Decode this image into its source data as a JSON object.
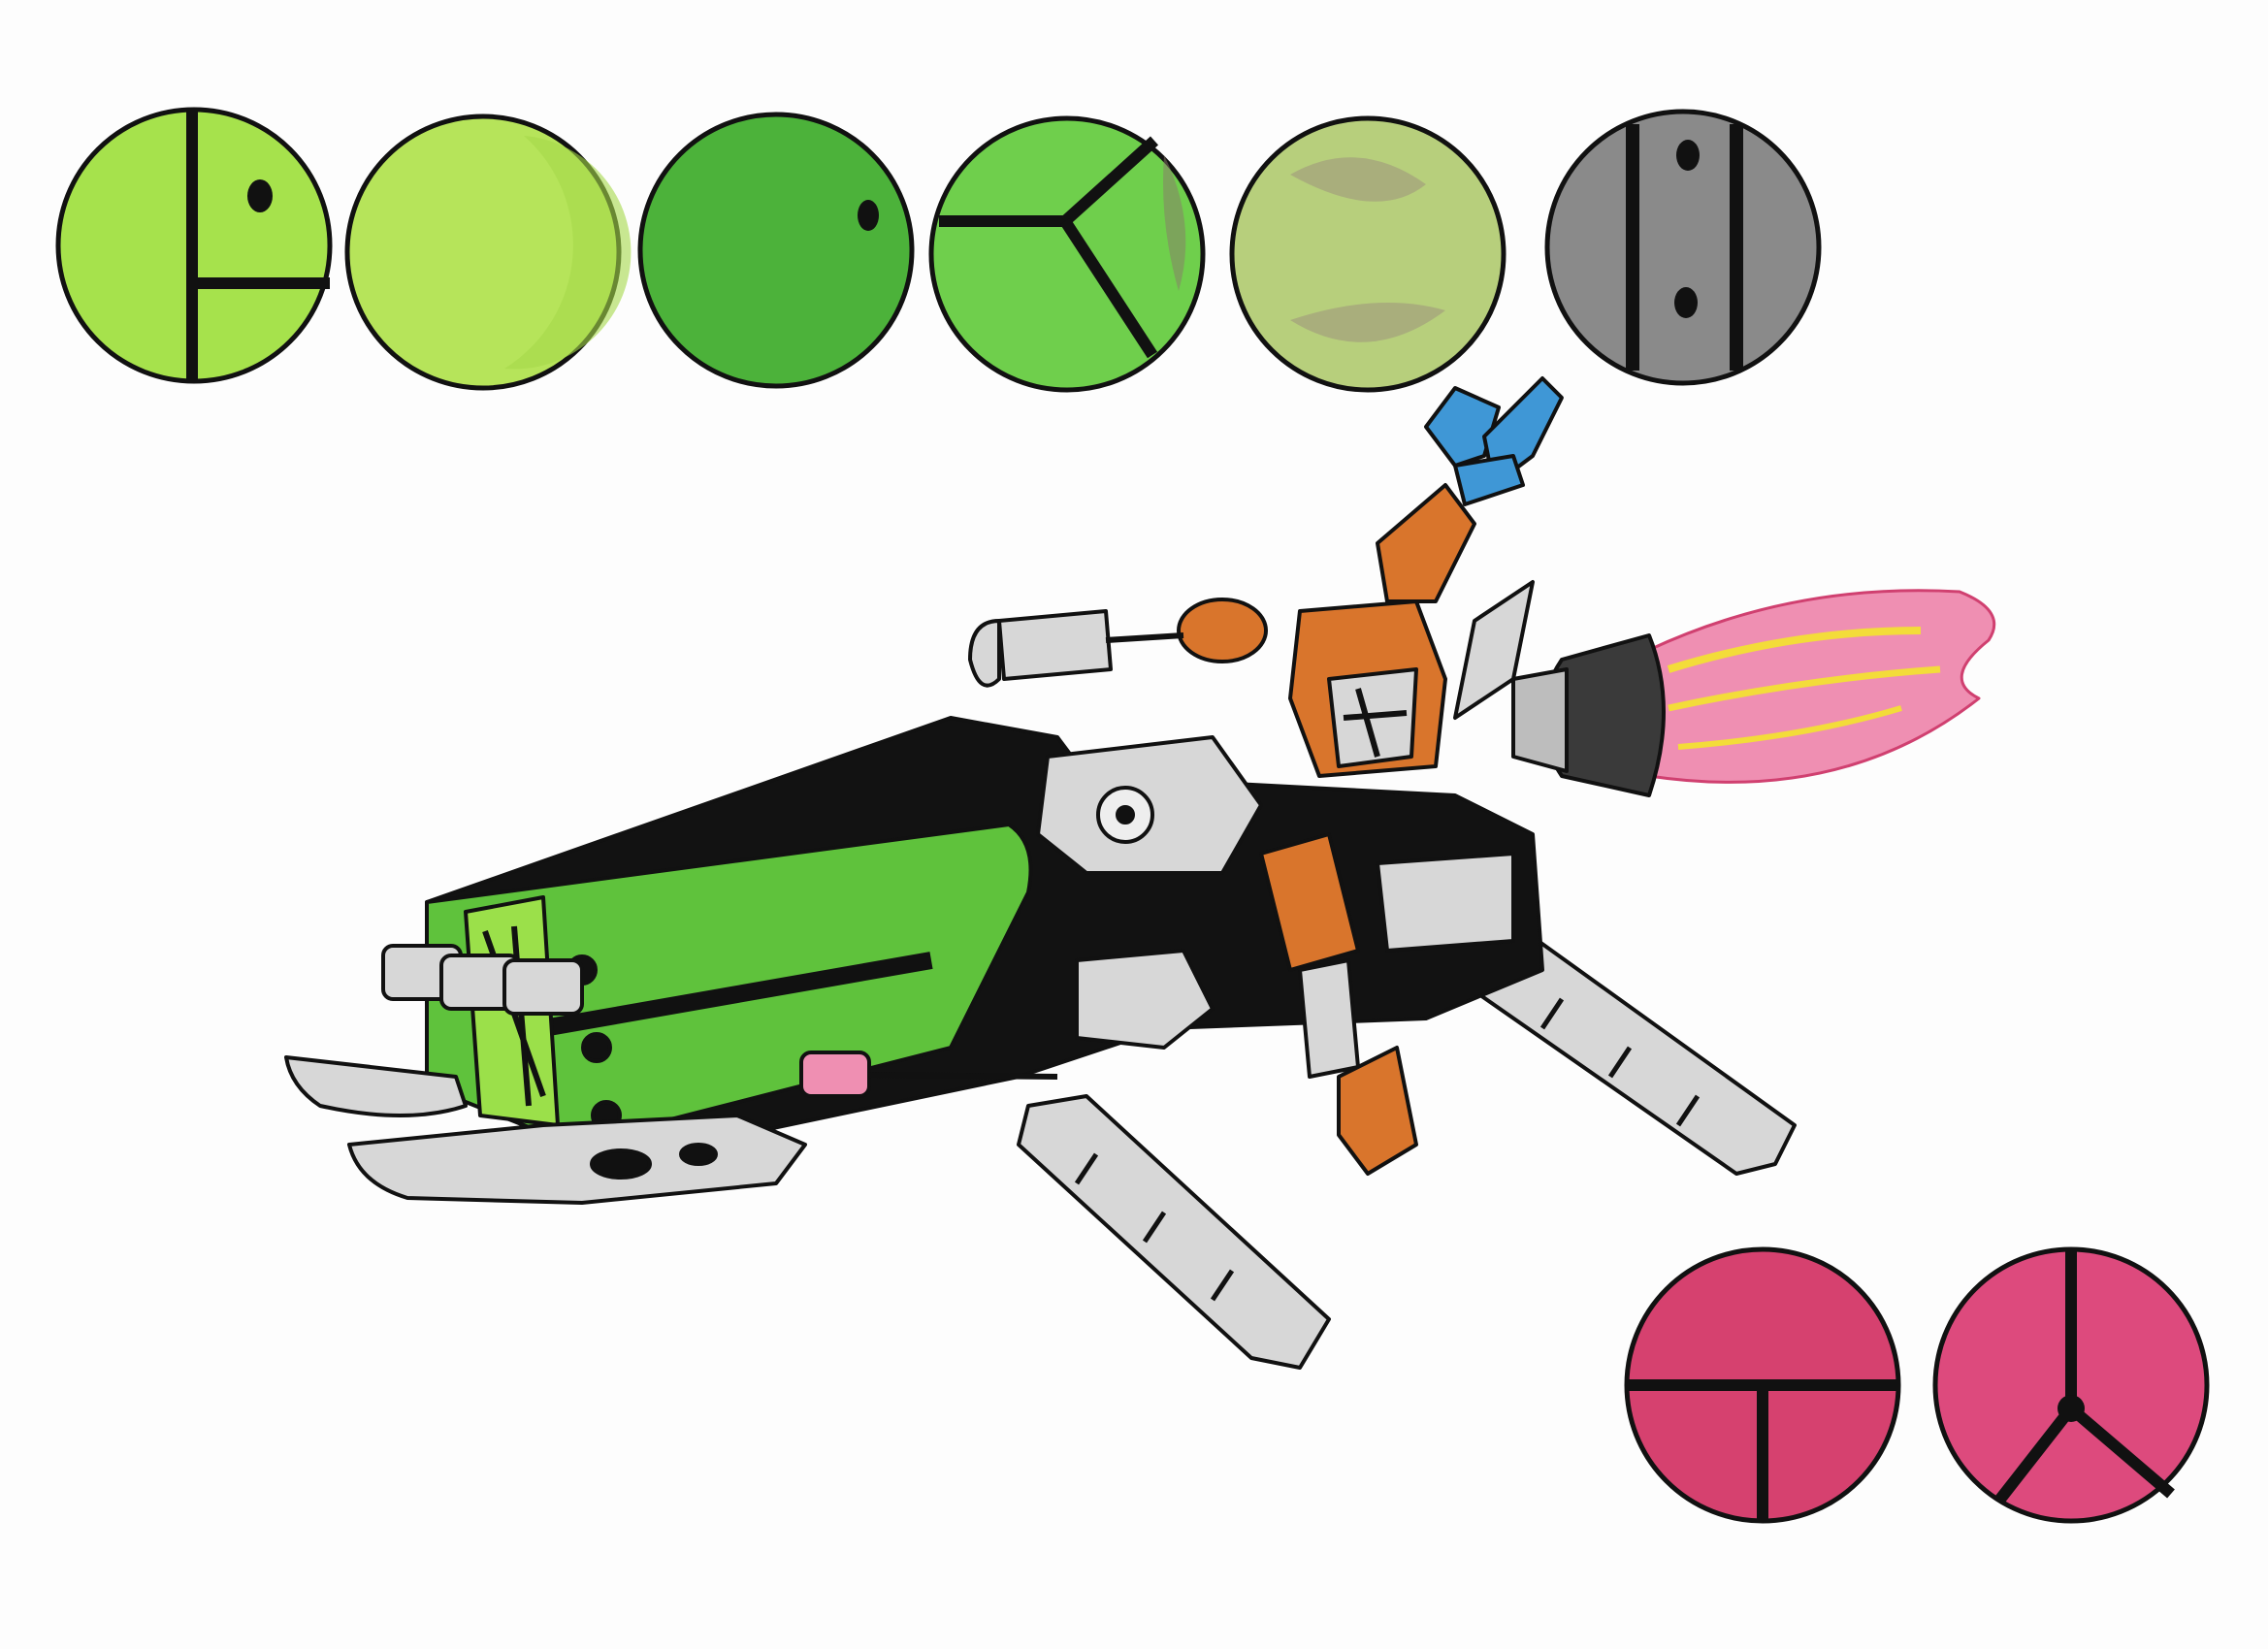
{
  "colors": {
    "paper": "#fdfdfd",
    "ink": "#111111",
    "lime": "#9be04a",
    "green": "#5fc23c",
    "dark_green": "#39a62c",
    "grey": "#9a9a9a",
    "silver": "#d7d7d7",
    "black_body": "#121212",
    "orange": "#d9752c",
    "blue": "#3f97d6",
    "pink": "#d4416e",
    "flame_pink": "#ef8fb2",
    "flame_yellow": "#f3dc3a"
  },
  "symbols": [
    {
      "name": "rune-one-green",
      "color": "#a6e24c",
      "glyph": "vertical-bar-dot-right"
    },
    {
      "name": "rune-two-green",
      "color": "#b6e45a",
      "glyph": "empty-crescent"
    },
    {
      "name": "rune-three-green",
      "color": "#4cb23a",
      "glyph": "dot-right"
    },
    {
      "name": "rune-four-green",
      "color": "#6fcf4c",
      "glyph": "y-branch"
    },
    {
      "name": "rune-five-mixed",
      "color": "#b7cf7c",
      "glyph": "empty-shaded"
    },
    {
      "name": "rune-six-grey",
      "color": "#8a8a8a",
      "glyph": "two-bars-two-dots"
    },
    {
      "name": "rune-seven-pink",
      "color": "#d6416f",
      "glyph": "t-inverted"
    },
    {
      "name": "rune-eight-pink",
      "color": "#dd4a7d",
      "glyph": "tri-spoke"
    }
  ]
}
